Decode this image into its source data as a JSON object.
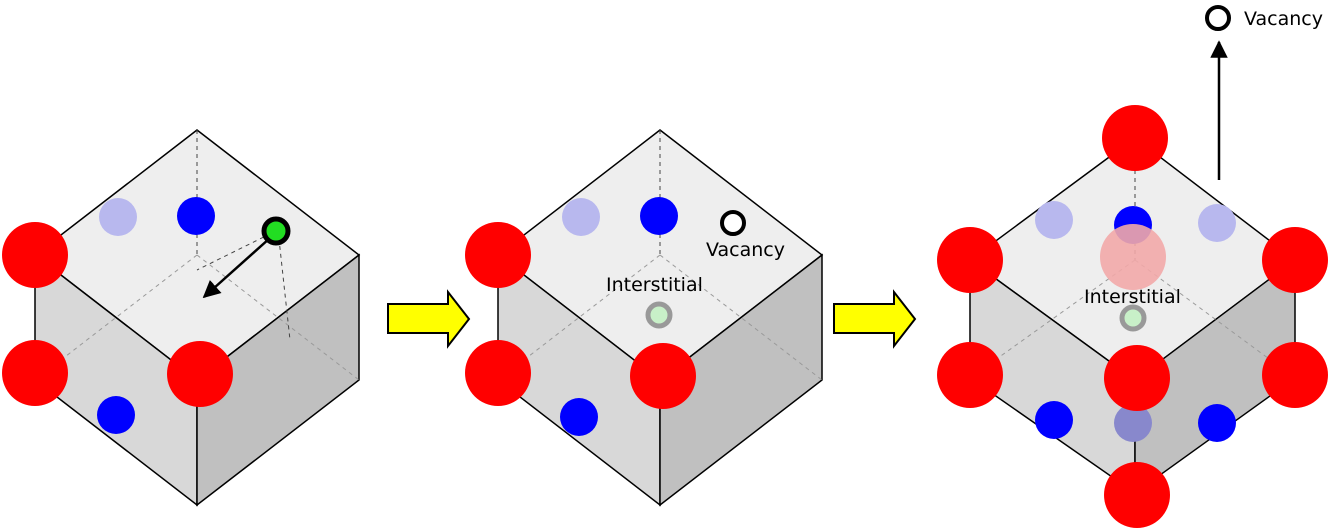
{
  "labels": {
    "vacancy_panel2": "Vacancy",
    "interstitial_panel2": "Interstitial",
    "interstitial_panel3": "Interstitial",
    "vacancy_panel3": "Vacancy"
  },
  "colors": {
    "cation": "#ff0000",
    "anion": "#0000ff",
    "anion_faded": "#b8b8ee",
    "interstitial_atom": "#22dd22",
    "interstitial_atom_faded": "#c8f0c8",
    "vacancy_ring": "#000000",
    "step_arrow": "#ffff00",
    "cube_top": "#eeeeee",
    "cube_left": "#d8d8d8",
    "cube_right": "#c0c0c0"
  },
  "icons": {
    "step_arrow": "right-block-arrow",
    "vacancy": "open-ring",
    "migration_arrow": "arrow"
  }
}
